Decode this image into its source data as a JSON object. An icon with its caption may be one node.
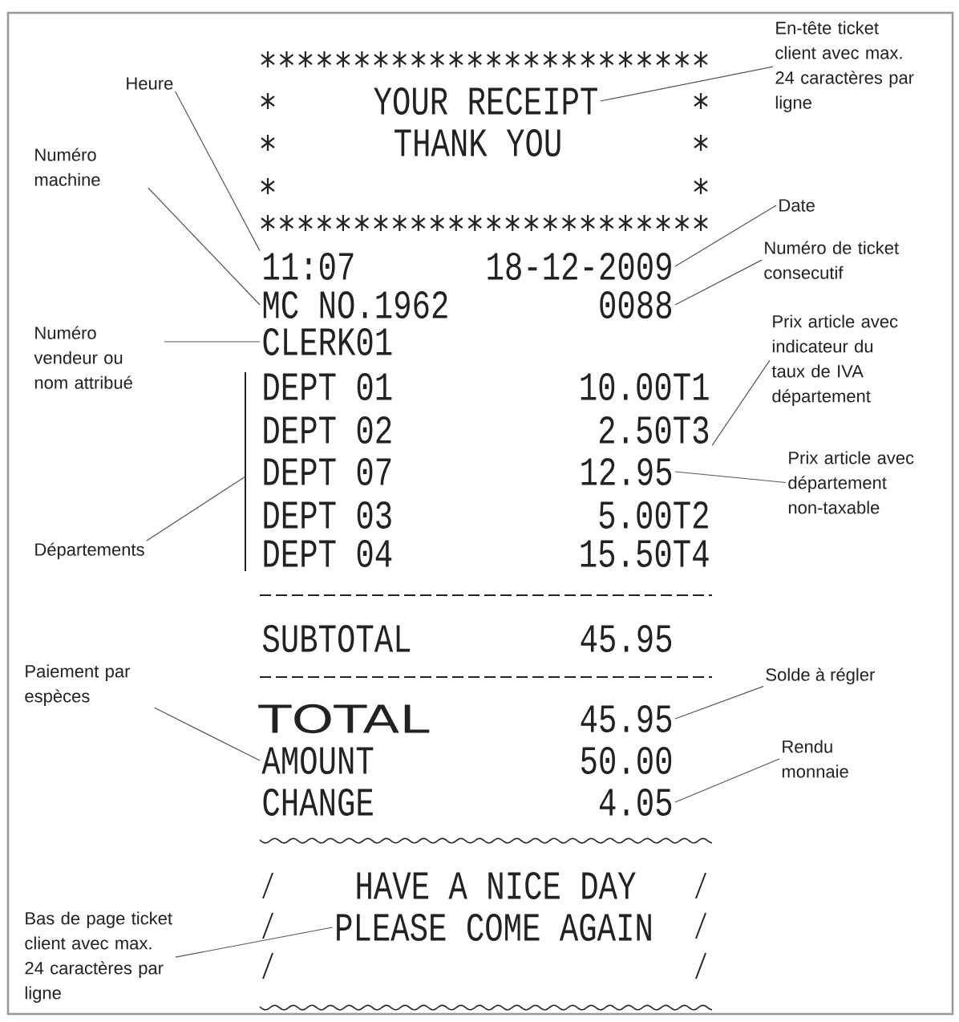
{
  "diagram": {
    "nodes": [
      {
        "text": [
          "En-tête ticket client avec max. 24 caractères par ligne"
        ]
      },
      {
        "text": [
          "Heure"
        ]
      },
      {
        "text": [
          "YOUR RECEIPT"
        ]
      },
      {
        "text": [
          "Numéro machine"
        ]
      },
      {
        "text": [
          "Date"
        ]
      },
      {
        "text": [
          "11:07"
        ]
      },
      {
        "text": [
          "18-12-2009"
        ]
      },
      {
        "text": [
          "Numéro de ticket consecutif"
        ]
      },
      {
        "text": [
          "MC NO.1962"
        ]
      },
      {
        "text": [
          "0088"
        ]
      },
      {
        "text": [
          "Numéro vendeur ou nom attribué"
        ]
      },
      {
        "text": [
          "CLERK01"
        ]
      },
      {
        "text": [
          "Prix article avec indicateur du taux de IVA département"
        ]
      },
      {
        "text": [
          "2.50T3"
        ]
      },
      {
        "text": [
          "Prix article avec département non-taxable"
        ]
      },
      {
        "text": [
          "12.95"
        ]
      },
      {
        "text": [
          "Départements"
        ]
      },
      {
        "text": [
          "Paiement par espèces"
        ]
      },
      {
        "text": [
          "Solde à régler"
        ]
      },
      {
        "text": [
          "45.95"
        ]
      },
      {
        "text": [
          "AMOUNT"
        ]
      },
      {
        "text": [
          "Rendu monnaie"
        ]
      },
      {
        "text": [
          "4.05"
        ]
      },
      {
        "text": [
          "Bas de page ticket client avec max. 24 caractères par ligne"
        ]
      },
      {
        "text": [
          "PLEASE COME AGAIN"
        ]
      }
    ],
    "edges": [
      {
        "from": 0,
        "to": 2,
        "arrow": "none"
      },
      {
        "from": 1,
        "to": 5,
        "arrow": "none"
      },
      {
        "from": 3,
        "to": 8,
        "arrow": "none"
      },
      {
        "from": 4,
        "to": 6,
        "arrow": "none"
      },
      {
        "from": 7,
        "to": 9,
        "arrow": "none"
      },
      {
        "from": 10,
        "to": 11,
        "arrow": "none"
      },
      {
        "from": 12,
        "to": 13,
        "arrow": "none"
      },
      {
        "from": 14,
        "to": 15,
        "arrow": "none"
      },
      {
        "from": 16,
        "to": null,
        "arrow": "none"
      },
      {
        "from": 17,
        "to": 20,
        "arrow": "none"
      },
      {
        "from": 18,
        "to": 19,
        "arrow": "none"
      },
      {
        "from": 21,
        "to": 22,
        "arrow": "none"
      },
      {
        "from": 23,
        "to": 24,
        "arrow": "none"
      }
    ],
    "labels": [
      "THANK YOU",
      "DEPT 01",
      "10.00T1",
      "DEPT 02",
      "DEPT 07",
      "DEPT 03",
      "5.00T2",
      "DEPT 04",
      "15.50T4",
      "SUBTOTAL",
      "45.95",
      "TOTAL",
      "50.00",
      "CHANGE",
      "HAVE A NICE DAY"
    ]
  }
}
